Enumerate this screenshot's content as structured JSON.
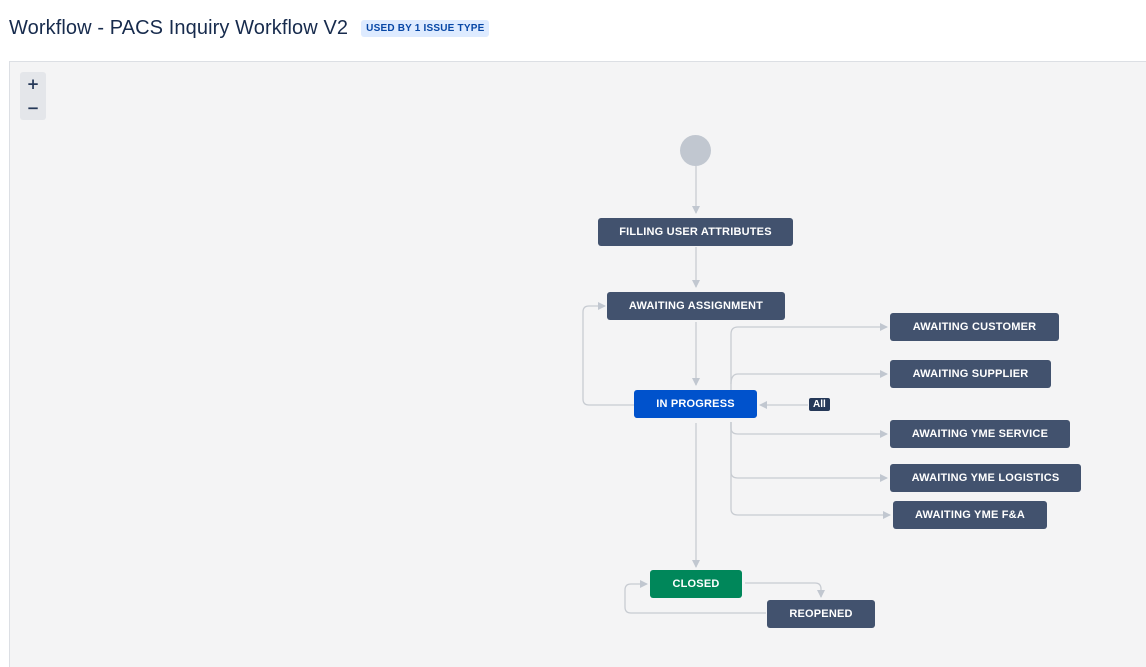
{
  "header": {
    "title": "Workflow - PACS Inquiry Workflow V2",
    "usage_badge": "USED BY 1 ISSUE TYPE"
  },
  "zoom": {
    "zoom_in_label": "+",
    "zoom_out_label": "−"
  },
  "statuses": {
    "filling_user_attributes": "FILLING USER ATTRIBUTES",
    "awaiting_assignment": "AWAITING ASSIGNMENT",
    "in_progress": "IN PROGRESS",
    "awaiting_customer": "AWAITING CUSTOMER",
    "awaiting_supplier": "AWAITING SUPPLIER",
    "awaiting_yme_service": "AWAITING YME SERVICE",
    "awaiting_yme_logistics": "AWAITING YME LOGISTICS",
    "awaiting_yme_fa": "AWAITING YME F&A",
    "closed": "CLOSED",
    "reopened": "REOPENED"
  },
  "global_transition_label": "All",
  "colors": {
    "status_default": "#42526e",
    "status_in_progress": "#0052cc",
    "status_done": "#00875a",
    "edge": "#c1c7d0",
    "canvas": "#f4f4f5"
  }
}
